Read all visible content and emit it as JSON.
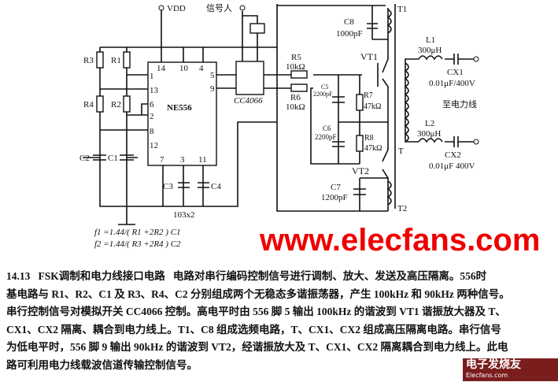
{
  "diagram": {
    "vdd": "VDD",
    "signal_in": "信号人",
    "chip": "NE556",
    "switch": "CC4066",
    "pins": {
      "p14": "14",
      "p10": "10",
      "p4": "4",
      "p5": "5",
      "p9": "9",
      "p1": "1",
      "p13": "13",
      "p6": "6",
      "p2": "2",
      "p8": "8",
      "p12": "12",
      "p7": "7",
      "p3": "3",
      "p11": "11"
    },
    "r3": "R3",
    "r1": "R1",
    "r4": "R4",
    "r2": "R2",
    "c2": "C2",
    "c1": "C1",
    "c3": "C3",
    "c4": "C4",
    "c34_value": "103x2",
    "formula1": "f1 =1.44/( R1 +2R2 ) C1",
    "formula2": "f2 =1.44/( R3 +2R4 ) C2",
    "c8": "C8",
    "c8_value": "1000pF",
    "t1": "T1",
    "t2": "T2",
    "t": "T",
    "vt1": "VT1",
    "vt2": "VT2",
    "r5": "R5",
    "r5_value": "10kΩ",
    "r6": "R6",
    "r6_value": "10kΩ",
    "c5": "C5",
    "c5_value": "2200pF",
    "c6": "C6",
    "c6_value": "2200pF",
    "r7": "R7",
    "r7_value": "47kΩ",
    "r8": "R8",
    "r8_value": "47kΩ",
    "c7": "C7",
    "c7_value": "1200pF",
    "l1": "L1",
    "l1_value": "300μH",
    "l2": "L2",
    "l2_value": "300μH",
    "cx1": "CX1",
    "cx1_value": "0.01μF/400V",
    "cx2": "CX2",
    "cx2_value": "0.01μF 400V",
    "to_power_line": "至电力线"
  },
  "watermark": "www.elecfans.com",
  "logo": {
    "text": "电子发烧友",
    "sub": "Elecfans.com"
  },
  "caption": {
    "number": "14.13",
    "title": "FSK调制和电力线接口电路",
    "lines": [
      "电路对串行编码控制信号进行调制、放大、发送及高压隔离。556时",
      "基电路与 R1、R2、C1 及 R3、R4、C2 分别组成两个无稳态多谐振荡器，产生 100kHz 和 90kHz 两种信号。",
      "串行控制信号对模拟开关 CC4066 控制。高电平时由 556 脚 5 输出 100kHz 的谐波到 VT1 谐振放大器及 T、",
      "CX1、CX2 隔离、耦合到电力线上。T1、C8 组成选频电路，T、CX1、CX2 组成高压隔离电路。串行信号",
      "为低电平时，556 脚 9 输出 90kHz 的谐波到 VT2，经谐振放大及 T、CX1、CX2 隔离耦合到电力线上。此电",
      "路可利用电力线载波信道传输控制信号。"
    ]
  }
}
